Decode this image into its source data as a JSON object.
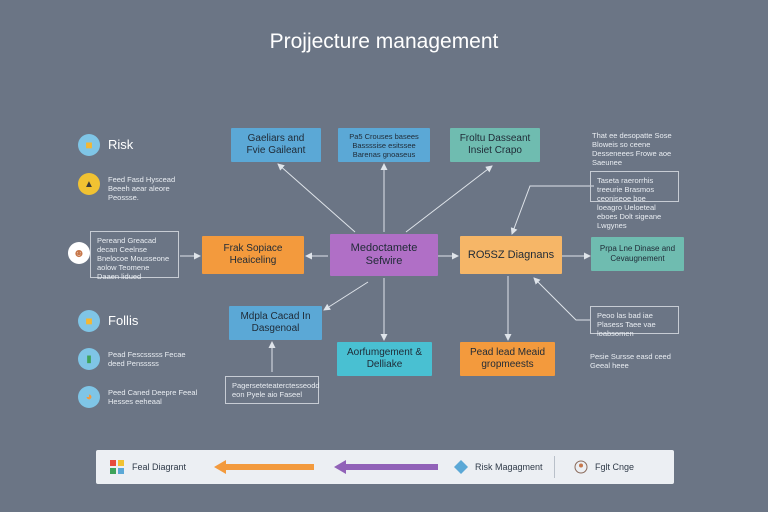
{
  "title": "Projjecture management",
  "nodes": {
    "top_left": "Gaeliars and Fvie Gaileant",
    "top_center": "Pa5 Crouses basees Bassssise esitssee Barenas gnoaseus",
    "top_right": "Froltu Dasseant Insiet Crapo",
    "mid_left": "Frak Sopiace Heaiceling",
    "center": "Medoctamete Sefwire",
    "mid_right": "RO5SZ Diagnans",
    "far_right": "Prpa Lne Dinase and Cevaugnement",
    "lower_left": "Mdpla Cacad In Dasgenoal",
    "lower_center": "Aorfumgement & Delliake",
    "lower_right": "Pead lead Meaid gropmeests"
  },
  "notes": {
    "top_right": "That ee desopatte Sose Bloweis so ceene Desseneees Frowe aoe Saeunee",
    "right_upper": "Taseta raerorrhis treeurie Brasmos ceoniseoe boe loeagro Ueloeteal eboes Dolt sigeane Lwgynes",
    "left_mid": "Pereand Greacad decan Ceelnse Bnelocoe Mousseone aolow Teomene Daaen lidued",
    "right_lower": "Peoo las bad iae Plasess Taee vae loabsomen",
    "bottom_left": "Pagerseteteaterctesseodd eon Pyele aio Faseel",
    "bottom_right": "Pesie Sursse easd ceed Geeal heee"
  },
  "side": {
    "risk_label": "Risk",
    "risk_text": "Feed Fasd Hyscead Beeeh aear aleore Peossse.",
    "folls_label": "Follis",
    "folls_text1": "Pead Fescsssss Fecae deed Pensssss",
    "folls_text2": "Peed Caned Deepre Feeal Hesses eeheaal"
  },
  "legend": {
    "item1": "Feal Diagrant",
    "item2": "Risk Magagment",
    "item3": "Fglt Cnge"
  },
  "colors": {
    "background": "#6b7585",
    "blue": "#5ba8d6",
    "teal": "#6fbcb0",
    "orange": "#f39a3d",
    "purple": "#b06fc6",
    "orange_light": "#f6b667",
    "cyan": "#49c0d2",
    "legend_orange": "#f39a3d",
    "legend_purple": "#9162b8"
  }
}
